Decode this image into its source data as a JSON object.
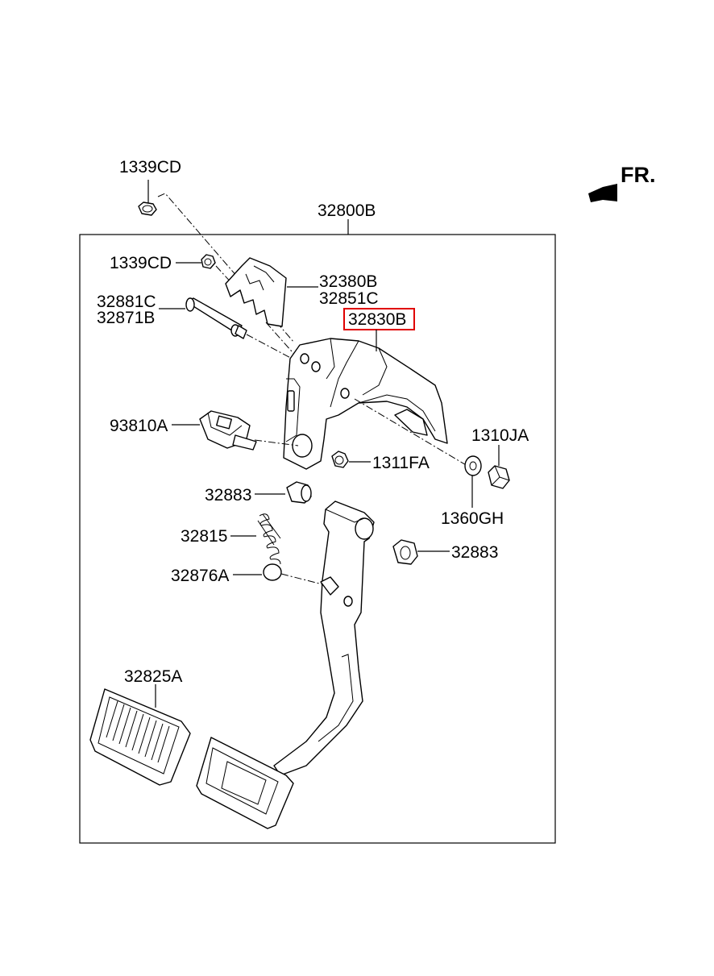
{
  "direction_label": "FR.",
  "assembly_label": "32800B",
  "highlight_color": "#e00000",
  "labels": {
    "p1339cd_top": "1339CD",
    "p1339cd": "1339CD",
    "p32380b": "32380B",
    "p32851c": "32851C",
    "p32881c": "32881C",
    "p32871b": "32871B",
    "p32830b": "32830B",
    "p93810a": "93810A",
    "p1311fa": "1311FA",
    "p1310ja": "1310JA",
    "p1360gh": "1360GH",
    "p32883_left": "32883",
    "p32883_right": "32883",
    "p32815": "32815",
    "p32876a": "32876A",
    "p32825a": "32825A"
  }
}
